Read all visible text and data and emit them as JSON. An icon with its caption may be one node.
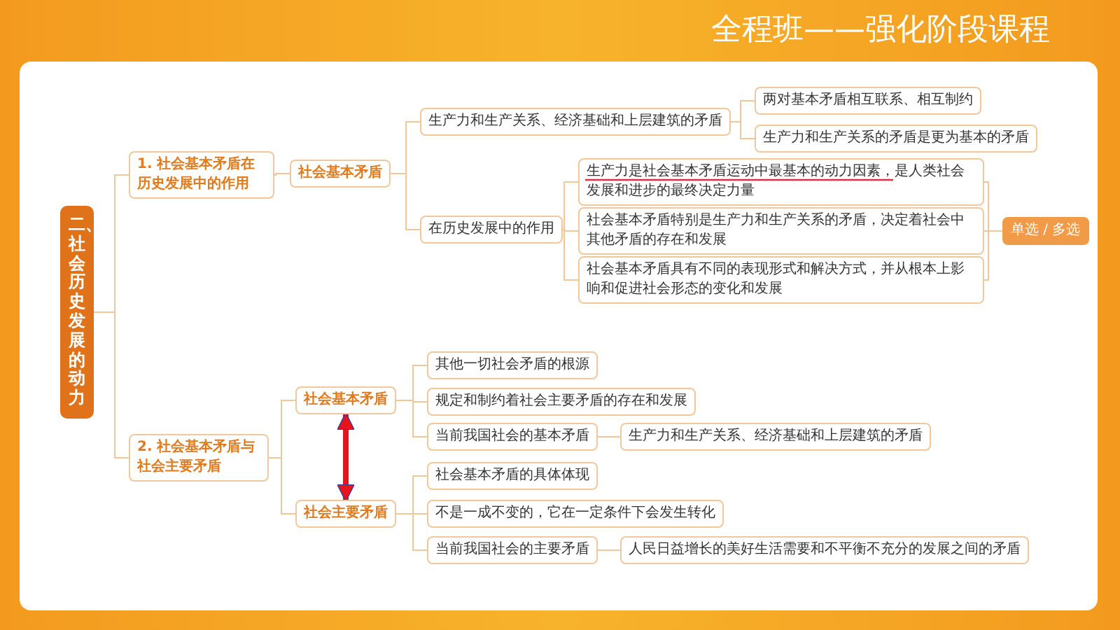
{
  "diagram": {
    "title": "全程班——强化阶段课程",
    "nodes": [
      {
        "text": [
          "二、社会历史发展的动力"
        ]
      },
      {
        "text": [
          "1. 社会基本矛盾在历史发展中的作用"
        ]
      },
      {
        "text": [
          "社会基本矛盾"
        ]
      },
      {
        "text": [
          "生产力和生产关系、经济基础和上层建筑的矛盾"
        ]
      },
      {
        "text": [
          "两对基本矛盾相互联系、相互制约"
        ]
      },
      {
        "text": [
          "生产力和生产关系的矛盾是更为基本的矛盾"
        ]
      },
      {
        "text": [
          "在历史发展中的作用"
        ]
      },
      {
        "text": [
          "生产力是社会基本矛盾运动中最基本的动力因素，是人类社会发展和进步的最终决定力量"
        ]
      },
      {
        "text": [
          "社会基本矛盾特别是生产力和生产关系的矛盾，决定着社会中其他矛盾的存在和发展"
        ]
      },
      {
        "text": [
          "社会基本矛盾具有不同的表现形式和解决方式，并从根本上影响和促进社会形态的变化和发展"
        ]
      },
      {
        "text": [
          "单选 / 多选"
        ]
      },
      {
        "text": [
          "2. 社会基本矛盾与社会主要矛盾"
        ]
      },
      {
        "text": [
          "社会基本矛盾"
        ]
      },
      {
        "text": [
          "其他一切社会矛盾的根源"
        ]
      },
      {
        "text": [
          "规定和制约着社会主要矛盾的存在和发展"
        ]
      },
      {
        "text": [
          "当前我国社会的基本矛盾"
        ]
      },
      {
        "text": [
          "生产力和生产关系、经济基础和上层建筑的矛盾"
        ]
      },
      {
        "text": [
          "社会主要矛盾"
        ]
      },
      {
        "text": [
          "社会基本矛盾的具体体现"
        ]
      },
      {
        "text": [
          "不是一成不变的，它在一定条件下会发生转化"
        ]
      },
      {
        "text": [
          "当前我国社会的主要矛盾"
        ]
      },
      {
        "text": [
          "人民日益增长的美好生活需要和不平衡不充分的发展之间的矛盾"
        ]
      }
    ],
    "edges": [
      {
        "from": 0,
        "to": 1,
        "arrow": "none"
      },
      {
        "from": 1,
        "to": 2,
        "arrow": "none"
      },
      {
        "from": 2,
        "to": 3,
        "arrow": "none"
      },
      {
        "from": 3,
        "to": 4,
        "arrow": "none"
      },
      {
        "from": 3,
        "to": 5,
        "arrow": "none"
      },
      {
        "from": 2,
        "to": 6,
        "arrow": "none"
      },
      {
        "from": 6,
        "to": 7,
        "arrow": "none"
      },
      {
        "from": 6,
        "to": 8,
        "arrow": "none"
      },
      {
        "from": 6,
        "to": 9,
        "arrow": "none"
      },
      {
        "from": 7,
        "to": 10,
        "arrow": "none"
      },
      {
        "from": 8,
        "to": 10,
        "arrow": "none"
      },
      {
        "from": 9,
        "to": 10,
        "arrow": "none"
      },
      {
        "from": 0,
        "to": 11,
        "arrow": "none"
      },
      {
        "from": 11,
        "to": 12,
        "arrow": "none"
      },
      {
        "from": 12,
        "to": 13,
        "arrow": "none"
      },
      {
        "from": 12,
        "to": 14,
        "arrow": "none"
      },
      {
        "from": 12,
        "to": 15,
        "arrow": "none"
      },
      {
        "from": 15,
        "to": 16,
        "arrow": "none"
      },
      {
        "from": 11,
        "to": 17,
        "arrow": "none"
      },
      {
        "from": 17,
        "to": 18,
        "arrow": "none"
      },
      {
        "from": 17,
        "to": 19,
        "arrow": "none"
      },
      {
        "from": 17,
        "to": 20,
        "arrow": "none"
      },
      {
        "from": 20,
        "to": 21,
        "arrow": "none"
      },
      {
        "from": 12,
        "to": 17,
        "arrow": "both",
        "style": "thick",
        "color": "#e8141c"
      }
    ]
  }
}
